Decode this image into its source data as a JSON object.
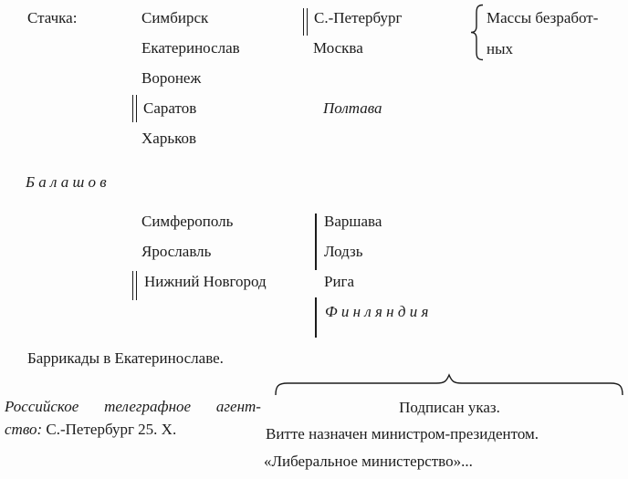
{
  "colors": {
    "background": "#fdfdfd",
    "text": "#1c1c1c"
  },
  "strike": {
    "label": "Стачка:",
    "block1": {
      "left": [
        "Симбирск",
        "Екатеринослав",
        "Воронеж",
        "Саратов",
        "Харьков"
      ],
      "right": [
        "С.-Петербург",
        "Москва"
      ],
      "italic_city": "Полтава",
      "note": [
        "Массы безработ-",
        "ных"
      ]
    },
    "balashov": "Б а л а ш о в",
    "block2": {
      "left": [
        "Симферополь",
        "Ярославль",
        "Нижний Новгород"
      ],
      "right": [
        "Варшава",
        "Лодзь",
        "Рига"
      ],
      "italic_city": "Ф и н л я н д и я"
    },
    "barricades": "Баррикады в Екатеринославе."
  },
  "footer": {
    "agency_words": [
      "Российское",
      "телеграфное",
      "агент-"
    ],
    "agency_cont_italic": "ство:",
    "agency_cont_regular": "С.-Петербург 25. X.",
    "decree": "Подписан указ.",
    "witte": "Витте назначен министром-президентом.",
    "ministry": "«Либеральное министерство»..."
  }
}
